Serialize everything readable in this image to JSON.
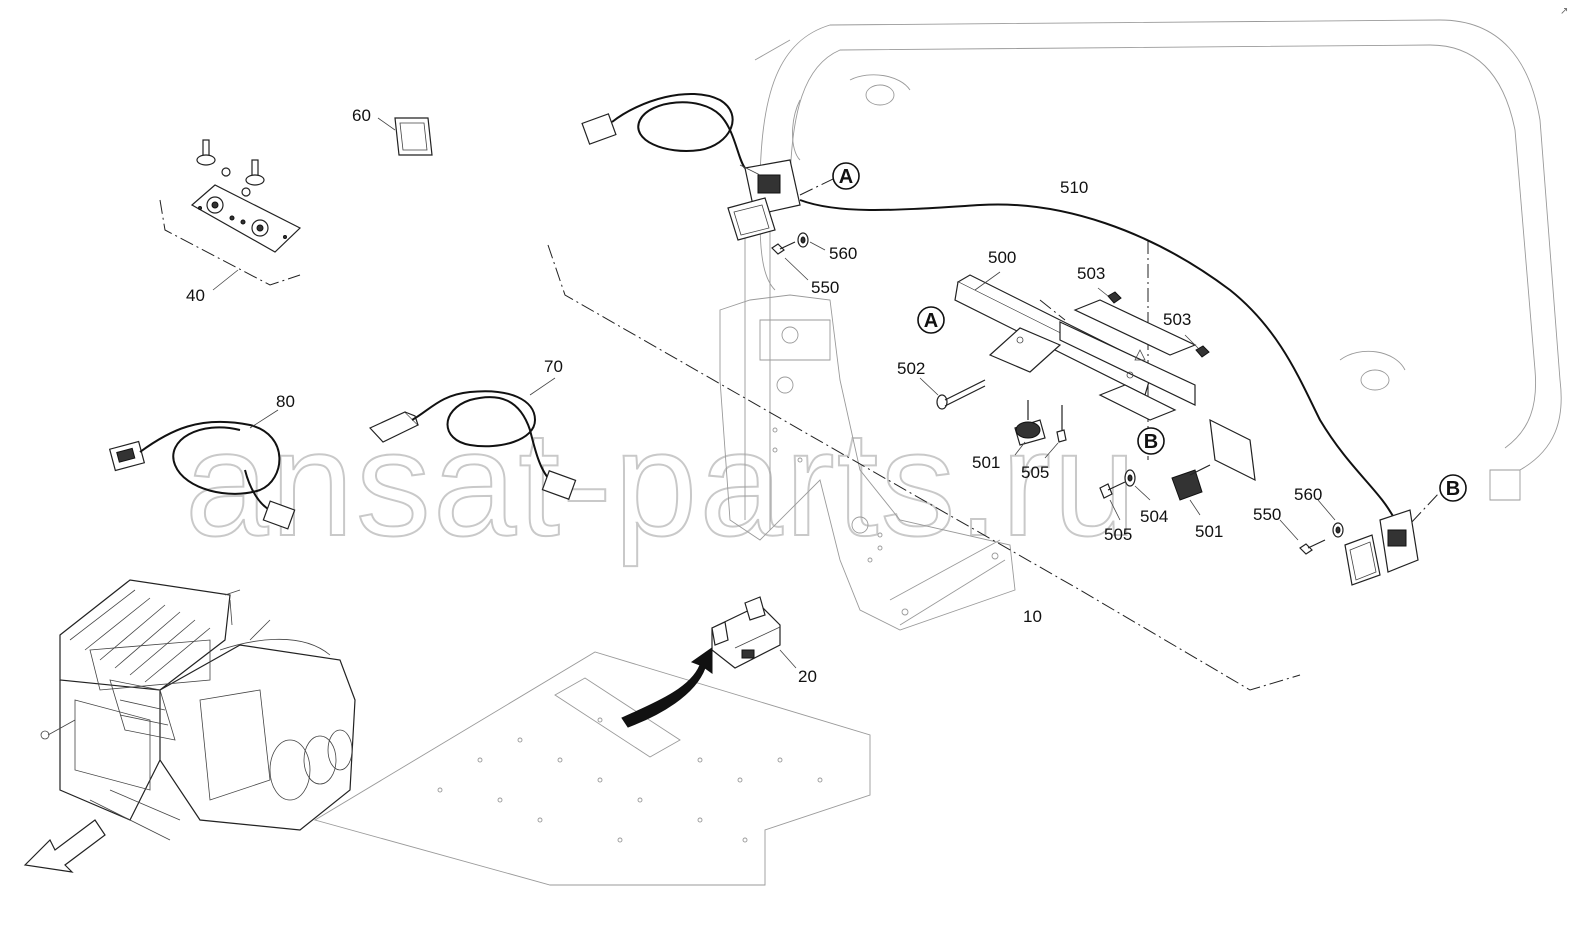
{
  "watermark": "ansat-parts.ru",
  "corner_mark": "↗",
  "callouts": {
    "c10": "10",
    "c20": "20",
    "c40": "40",
    "c60": "60",
    "c70": "70",
    "c80": "80",
    "c500": "500",
    "c501a": "501",
    "c501b": "501",
    "c502": "502",
    "c503a": "503",
    "c503b": "503",
    "c504": "504",
    "c505a": "505",
    "c505b": "505",
    "c510": "510",
    "c550a": "550",
    "c550b": "550",
    "c560a": "560",
    "c560b": "560"
  },
  "reference_markers": {
    "a_top": "A",
    "a_bracket": "A",
    "b_bracket": "B",
    "b_right": "B"
  }
}
